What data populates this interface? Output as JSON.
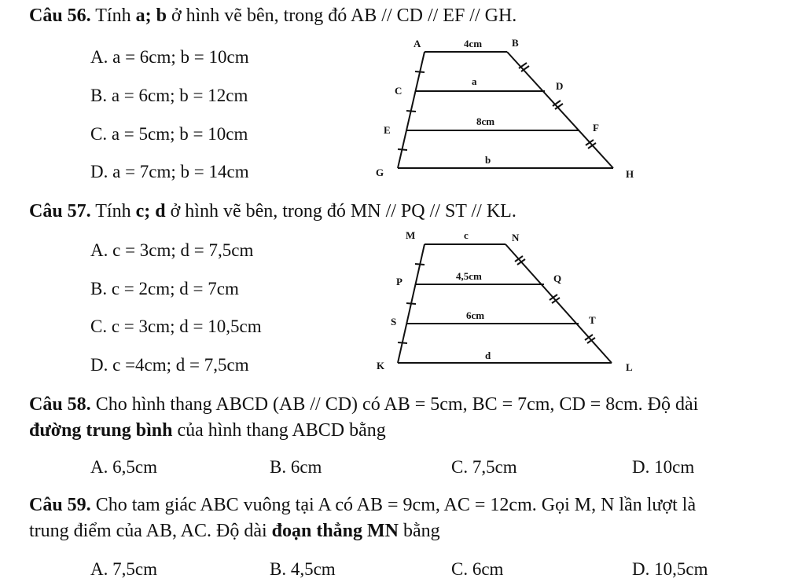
{
  "q56": {
    "label": "Câu 56.",
    "text_pre": " Tính ",
    "vars": "a; b",
    "text_post": " ở hình vẽ bên, trong đó AB // CD // EF // GH.",
    "options": [
      "A. a = 6cm; b = 10cm",
      "B. a = 6cm; b = 12cm",
      "C. a = 5cm; b = 10cm",
      "D. a = 7cm; b = 14cm"
    ],
    "figure": {
      "A": "A",
      "B": "B",
      "C": "C",
      "D": "D",
      "E": "E",
      "F": "F",
      "G": "G",
      "H": "H",
      "top": "4cm",
      "second": "a",
      "third": "8cm",
      "bottom": "b"
    }
  },
  "q57": {
    "label": "Câu 57.",
    "text_pre": " Tính ",
    "vars": "c; d",
    "text_post": " ở hình vẽ bên, trong đó MN // PQ // ST // KL.",
    "options": [
      "A. c = 3cm; d = 7,5cm",
      "B. c = 2cm; d = 7cm",
      "C. c = 3cm; d = 10,5cm",
      "D. c =4cm; d = 7,5cm"
    ],
    "figure": {
      "M": "M",
      "N": "N",
      "P": "P",
      "Q": "Q",
      "S": "S",
      "T": "T",
      "K": "K",
      "L": "L",
      "top": "c",
      "second": "4,5cm",
      "third": "6cm",
      "bottom": "d"
    }
  },
  "q58": {
    "label": "Câu 58.",
    "line1": " Cho hình thang ABCD (AB // CD) có AB = 5cm, BC = 7cm, CD = 8cm. Độ dài",
    "line2_bold": "đường trung bình",
    "line2": " của hình thang ABCD bằng",
    "options": [
      "A. 6,5cm",
      "B. 6cm",
      "C. 7,5cm",
      "D. 10cm"
    ]
  },
  "q59": {
    "label": "Câu 59.",
    "line1": " Cho tam giác ABC vuông tại A có AB = 9cm, AC = 12cm. Gọi M, N lần lượt là",
    "line2": "trung điểm của AB, AC. Độ dài ",
    "line2_bold": "đoạn thẳng MN",
    "line2_end": " bằng",
    "options": [
      "A. 7,5cm",
      "B. 4,5cm",
      "C. 6cm",
      "D. 10,5cm"
    ]
  }
}
